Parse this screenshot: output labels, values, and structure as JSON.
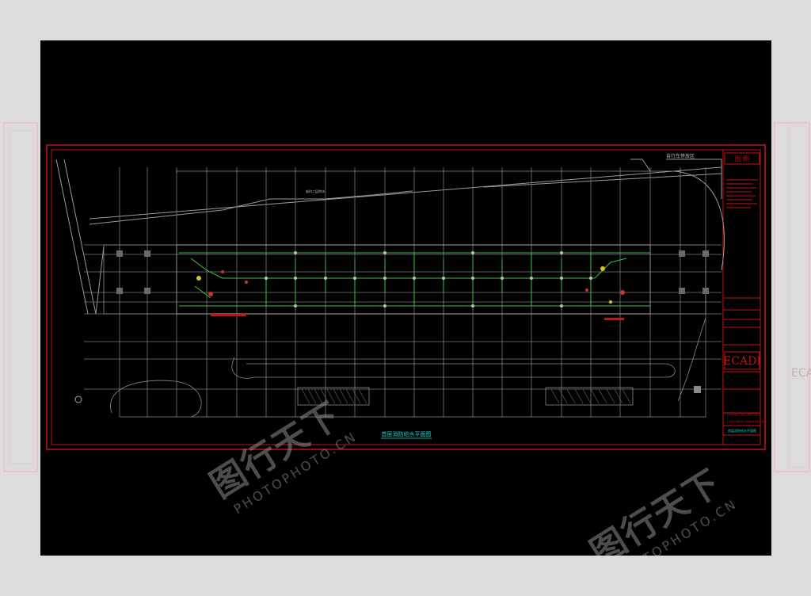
{
  "drawing": {
    "title": "首层消防给水平面图",
    "legend_header": "图 例",
    "logo": "ECADI",
    "top_right_label": "自行车停放区",
    "site_label": "临时二层地块",
    "info_block": "上海市消防工程施工图审查意见",
    "info_block_2": "上海天地消防设计咨询技术审查已通过",
    "sheet_title": "首层消防给水平面图"
  },
  "watermark": {
    "brand_cn": "图行天下",
    "brand_en": "PHOTOPHOTO.CN"
  },
  "colors": {
    "frame": "#d01818",
    "grid": "#b8b8b8",
    "pipe": "#3fbf3f",
    "accent": "#e0c020",
    "title_text": "#1fd6d6"
  }
}
